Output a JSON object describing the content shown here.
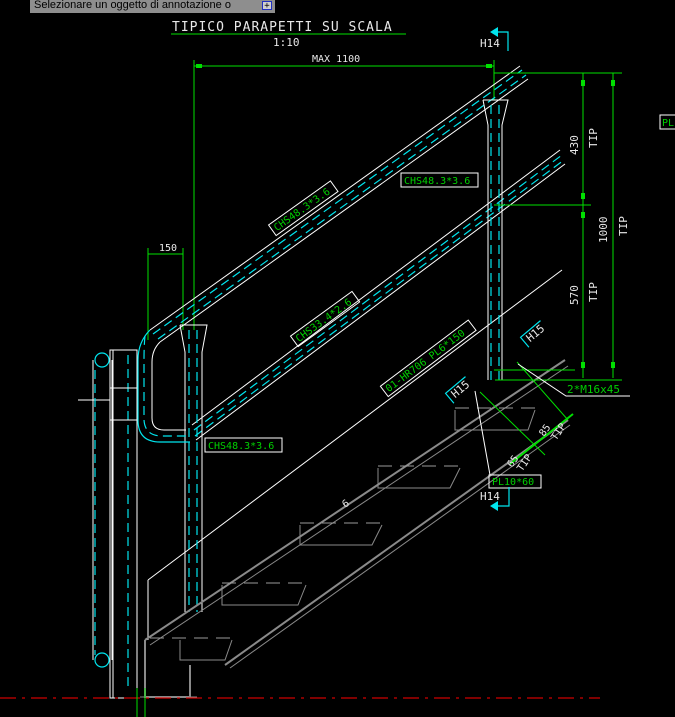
{
  "tooltip": {
    "text": "Selezionare un oggetto di annotazione o",
    "button_icon": "+"
  },
  "drawing": {
    "title": "TIPICO PARAPETTI SU SCALA",
    "scale": "1:10",
    "section_top": "H14",
    "section_bottom": "H14",
    "dim_max": "MAX 1100",
    "dim_150": "150",
    "dim_430": "430",
    "dim_570": "570",
    "dim_1000": "1000",
    "dim_65": "65",
    "dim_85": "85",
    "tip": "TIP",
    "weld": "6",
    "h15": "H15",
    "labels": {
      "top_rail": "CHS48.3*3.6",
      "mid_rail_box": "CHS48.3*3.6",
      "mid_rail": "CHS33.4*2.6",
      "stringer": "01-HR706 PL6*150",
      "post": "CHS48.3*3.6",
      "bolts": "2*M16x45",
      "plate": "PL10*60",
      "edge_tag": "PL"
    }
  },
  "colors": {
    "background": "#000000",
    "dimension": "#00e000",
    "pipe": "#00e5ee",
    "axis": "#ff0000"
  }
}
